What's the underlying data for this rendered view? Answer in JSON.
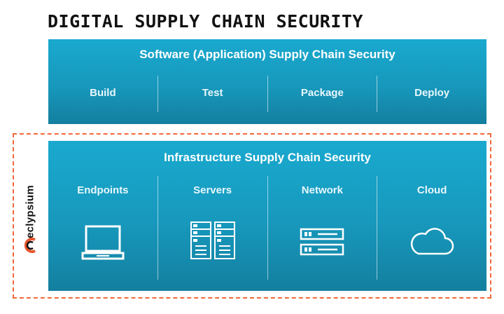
{
  "title": "DIGITAL SUPPLY CHAIN SECURITY",
  "software": {
    "title": "Software (Application) Supply Chain Security",
    "stages": [
      "Build",
      "Test",
      "Package",
      "Deploy"
    ]
  },
  "infrastructure": {
    "title": "Infrastructure Supply Chain Security",
    "items": [
      {
        "label": "Endpoints",
        "icon": "laptop-icon"
      },
      {
        "label": "Servers",
        "icon": "servers-icon"
      },
      {
        "label": "Network",
        "icon": "network-icon"
      },
      {
        "label": "Cloud",
        "icon": "cloud-icon"
      }
    ]
  },
  "logo": {
    "text": "eclypsium"
  },
  "colors": {
    "panel_top": "#1aa9cf",
    "panel_bottom": "#147f9f",
    "dashed_border": "#f26a3d",
    "logo_accent": "#e8542b"
  }
}
